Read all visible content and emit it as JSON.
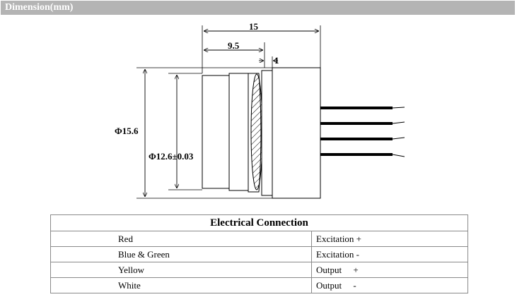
{
  "header": {
    "title": "Dimension(mm)"
  },
  "dimensions": {
    "overall_length": "15",
    "body_length": "9.5",
    "gap": "1",
    "outer_diameter": "Φ15.6",
    "inner_diameter": "Φ12.6±0.03"
  },
  "table": {
    "title": "Electrical Connection",
    "rows": [
      {
        "wire": "Red",
        "function": "Excitation +"
      },
      {
        "wire": "Blue & Green",
        "function": "Excitation -"
      },
      {
        "wire": "Yellow",
        "function": "Output     +"
      },
      {
        "wire": "White",
        "function": "Output     -"
      }
    ]
  }
}
